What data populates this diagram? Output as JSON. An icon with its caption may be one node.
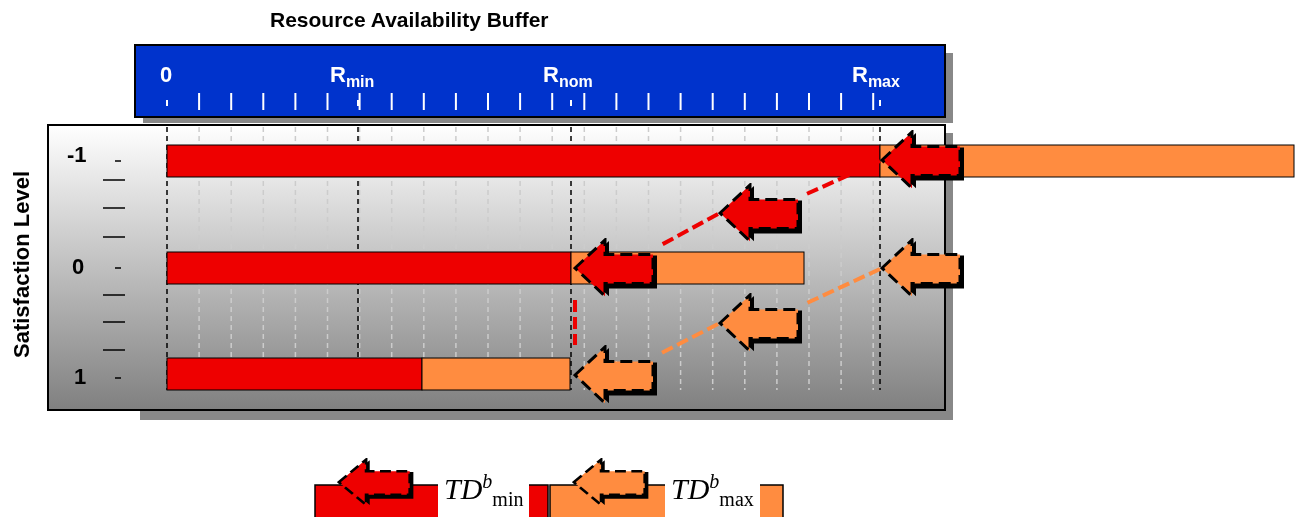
{
  "diagram": {
    "title": "Resource Availability Buffer",
    "nodes": [
      {
        "text": [],
        "shape": "arrow"
      },
      {
        "text": [],
        "shape": "arrow"
      },
      {
        "text": [],
        "shape": "arrow"
      },
      {
        "text": [],
        "shape": "arrow"
      },
      {
        "text": [],
        "shape": "arrow"
      },
      {
        "text": [],
        "shape": "arrow"
      }
    ],
    "edges": [
      {
        "from": 0,
        "to": 1,
        "arrow": "none",
        "style": "dashed",
        "color": "#ee0000"
      },
      {
        "from": 1,
        "to": 2,
        "arrow": "none",
        "style": "dashed",
        "color": "#ee0000"
      },
      {
        "from": 3,
        "to": 4,
        "arrow": "none",
        "style": "dashed",
        "color": "#ff8c40"
      },
      {
        "from": 4,
        "to": 5,
        "arrow": "none",
        "style": "dashed",
        "color": "#ff8c40"
      },
      {
        "from": 2,
        "to": 5,
        "arrow": "none",
        "style": "dashed",
        "color": "#ee0000"
      }
    ],
    "labels": [
      "0",
      "R$_{min}$",
      "R$_{nom}$",
      "R$_{max}$",
      "Satisfaction Level",
      "-1",
      "0",
      "1"
    ],
    "legend": [
      {
        "text": "*TD*$^{b}$$_{min}$",
        "color": "#ee0000"
      },
      {
        "text": "*TD*$^{b}$$_{max}$",
        "color": "#ff8c40"
      }
    ]
  }
}
